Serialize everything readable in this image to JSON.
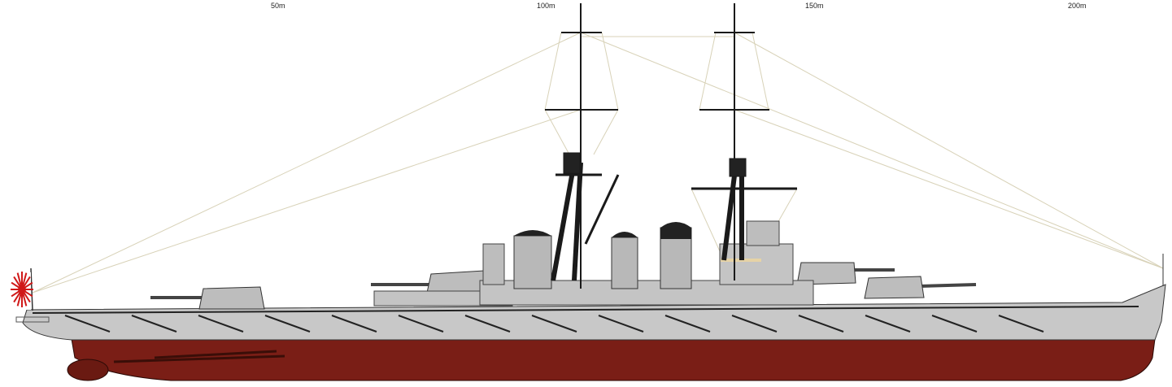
{
  "scale": {
    "labels": [
      "50m",
      "100m",
      "150m",
      "200m"
    ]
  },
  "colors": {
    "hull_grey": "#c8c8c8",
    "hull_red": "#7a1e16",
    "superstructure": "#bdbdbd",
    "mast": "#1a1a1a",
    "rigging": "#d8d2b8",
    "flag_red": "#d01818"
  },
  "flag": {
    "icon": "rising-sun-ensign"
  }
}
